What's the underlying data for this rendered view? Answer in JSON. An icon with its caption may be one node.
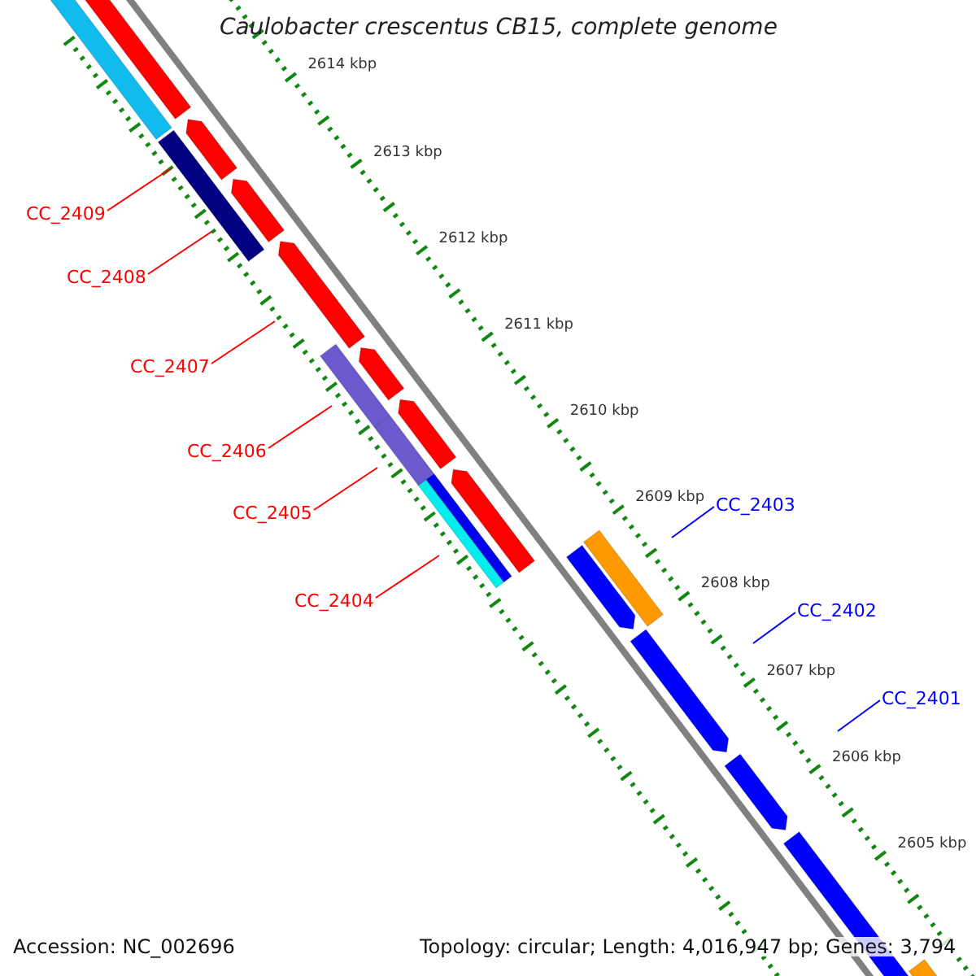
{
  "diagram": {
    "title": "Caulobacter crescentus CB15, complete genome",
    "nodes": [
      {
        "text": [
          "CC_2409"
        ]
      },
      {
        "text": [
          "CC_2408"
        ]
      },
      {
        "text": [
          "CC_2407"
        ]
      },
      {
        "text": [
          "CC_2406"
        ]
      },
      {
        "text": [
          "CC_2405"
        ]
      },
      {
        "text": [
          "CC_2404"
        ]
      },
      {
        "text": [
          "CC_2403"
        ]
      },
      {
        "text": [
          "CC_2402"
        ]
      },
      {
        "text": [
          "CC_2401"
        ]
      }
    ],
    "edges": [
      {
        "from": 0,
        "to": null,
        "arrow": "none"
      },
      {
        "from": 1,
        "to": null,
        "arrow": "none"
      },
      {
        "from": 2,
        "to": null,
        "arrow": "none"
      },
      {
        "from": 3,
        "to": null,
        "arrow": "none"
      },
      {
        "from": 4,
        "to": null,
        "arrow": "none"
      },
      {
        "from": 5,
        "to": null,
        "arrow": "none"
      },
      {
        "from": 6,
        "to": null,
        "arrow": "none",
        "color": "#0000ff"
      },
      {
        "from": 7,
        "to": null,
        "arrow": "none",
        "color": "#0000ff"
      },
      {
        "from": 8,
        "to": null,
        "arrow": "none",
        "color": "#0000ff"
      }
    ],
    "labels": [
      "2614 kbp",
      "2613 kbp",
      "2612 kbp",
      "2611 kbp",
      "2610 kbp",
      "2609 kbp",
      "2608 kbp",
      "2607 kbp",
      "2606 kbp",
      "2605 kbp",
      "Accession: NC_002696",
      "Topology: circular; Length: 4,016,947 bp; Genes: 3,794"
    ]
  }
}
